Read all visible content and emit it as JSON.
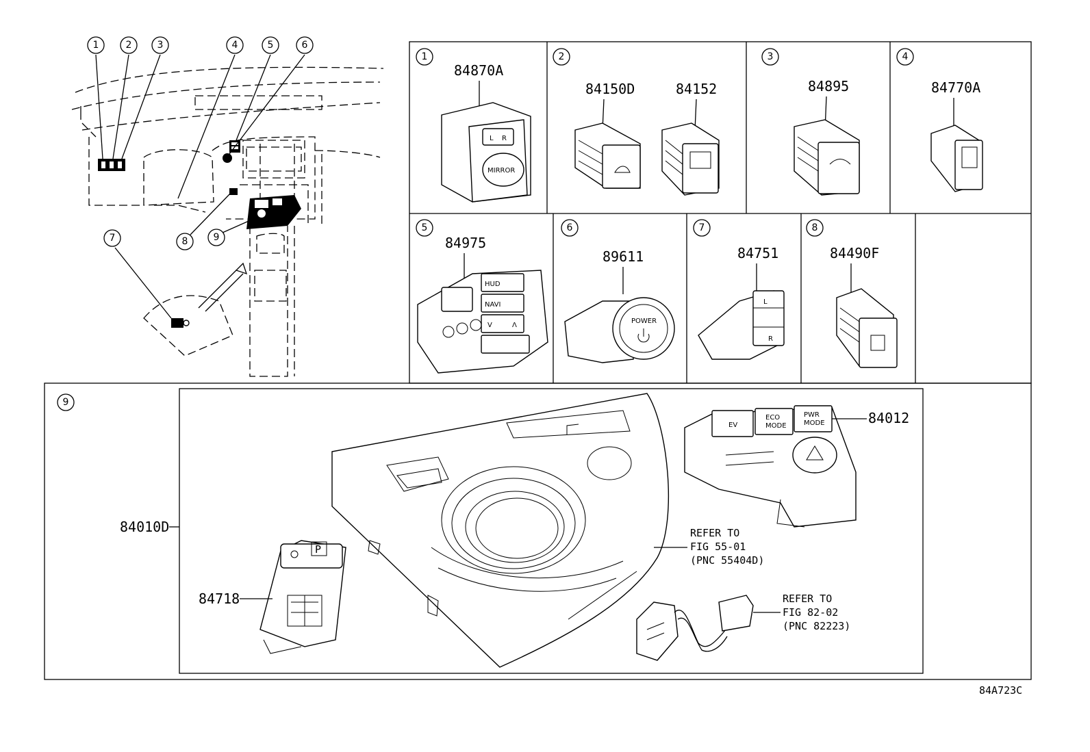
{
  "drawing_id": "84A723C",
  "overview": {
    "callouts": [
      "1",
      "2",
      "3",
      "4",
      "5",
      "6",
      "7",
      "8",
      "9"
    ]
  },
  "cells": [
    {
      "index": "1",
      "parts": [
        "84870A"
      ],
      "button_text": [
        "L",
        "R",
        "MIRROR"
      ]
    },
    {
      "index": "2",
      "parts": [
        "84150D",
        "84152"
      ]
    },
    {
      "index": "3",
      "parts": [
        "84895"
      ]
    },
    {
      "index": "4",
      "parts": [
        "84770A"
      ]
    },
    {
      "index": "5",
      "parts": [
        "84975"
      ],
      "button_text": [
        "HUD",
        "NAVI",
        "V",
        "Λ"
      ]
    },
    {
      "index": "6",
      "parts": [
        "89611"
      ],
      "button_text": [
        "POWER"
      ]
    },
    {
      "index": "7",
      "parts": [
        "84751"
      ],
      "button_text": [
        "L",
        "R"
      ]
    },
    {
      "index": "8",
      "parts": [
        "84490F"
      ]
    }
  ],
  "panel9": {
    "index": "9",
    "assembly_part": "84010D",
    "switch_part": "84012",
    "switch_buttons": [
      "EV",
      "ECO",
      "MODE",
      "PWR",
      "MODE"
    ],
    "park_part": "84718",
    "park_label": "P",
    "refer_a": [
      "REFER TO",
      "FIG 55-01",
      "(PNC 55404D)"
    ],
    "refer_b": [
      "REFER TO",
      "FIG 82-02",
      "(PNC 82223)"
    ]
  }
}
